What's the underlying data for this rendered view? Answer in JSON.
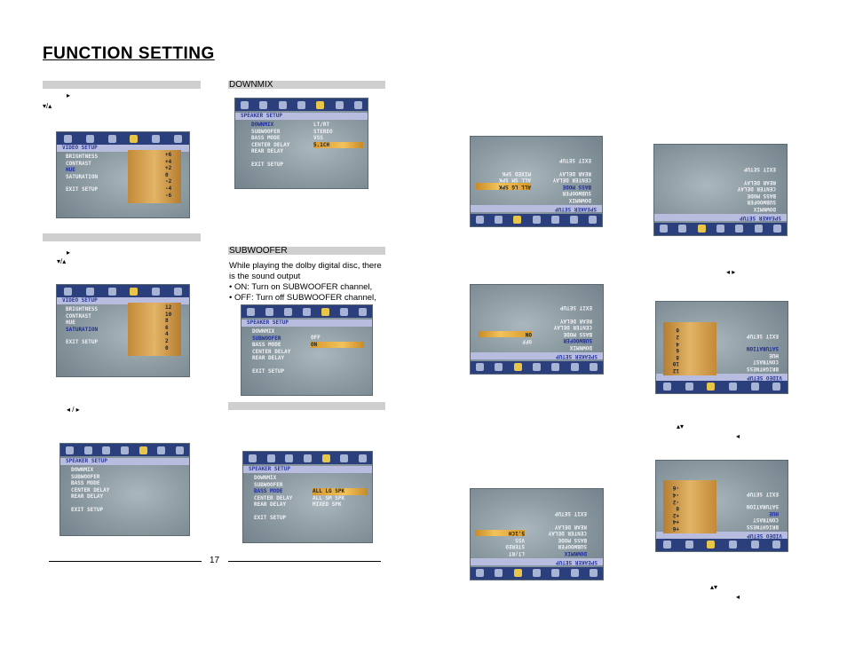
{
  "page": {
    "title": "FUNCTION SETTING",
    "page_number": "17"
  },
  "left": {
    "arrow_right": "▸",
    "arrow_updown": "▾/▴",
    "arrow_leftright": "◂ / ▸"
  },
  "sections": {
    "downmix": "DOWNMIX",
    "subwoofer": "SUBWOOFER",
    "subwoofer_text": [
      "While playing the dolby digital disc, there",
      "is the sound output",
      "ON: Turn on SUBWOOFER channel,",
      "OFF: Turn off SUBWOOFER channel,"
    ]
  },
  "osd": {
    "video_setup": "VIDEO SETUP",
    "speaker_setup": "SPEAKER SETUP",
    "video_items": [
      "BRIGHTNESS",
      "CONTRAST",
      "HUE",
      "SATURATION"
    ],
    "speaker_items": [
      "DOWNMIX",
      "SUBWOOFER",
      "BASS MODE",
      "CENTER DELAY",
      "REAR DELAY"
    ],
    "exit": "EXIT SETUP",
    "hue_values": [
      "+6",
      "+4",
      "+2",
      "0",
      "-2",
      "-4",
      "-6"
    ],
    "sat_values": [
      "12",
      "10",
      "8",
      "6",
      "4",
      "2",
      "0"
    ],
    "downmix_opts": [
      "LT/RT",
      "STEREO",
      "VSS",
      "5.1CH"
    ],
    "subwoofer_opts": [
      "OFF",
      "ON"
    ],
    "bass_opts": [
      "ALL LG SPK",
      "ALL SM SPK",
      "MIXED SPK"
    ]
  },
  "right": {
    "arrow_leftright": "◂ ▸",
    "arrow_updown": "▴▾",
    "arrow_left": "◂"
  }
}
